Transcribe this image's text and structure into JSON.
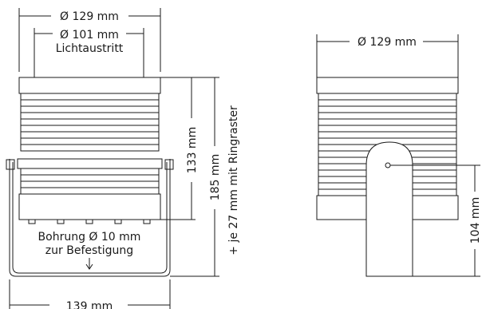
{
  "dimensions": {
    "outer_diameter_left": "Ø 129 mm",
    "inner_diameter": "Ø 101 mm",
    "inner_caption": "Lichtaustritt",
    "height_body": "133 mm",
    "height_total": "185 mm",
    "ring_note": "+ je 27 mm mit Ringraster",
    "bore_line1": "Bohrung Ø 10 mm",
    "bore_line2": "zur Befestigung",
    "bracket_width": "139 mm",
    "outer_diameter_right": "Ø 129 mm",
    "pivot_height": "104 mm"
  }
}
